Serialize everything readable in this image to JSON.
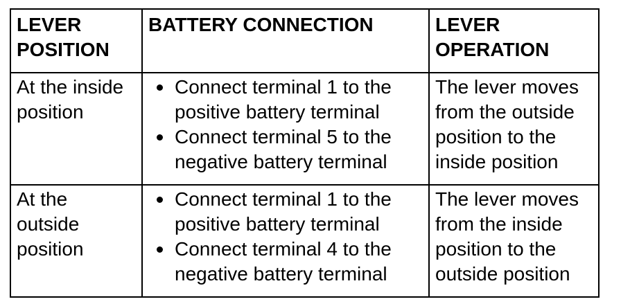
{
  "headers": {
    "position": [
      "LEVER",
      "POSITION"
    ],
    "connection": [
      "BATTERY CONNECTION"
    ],
    "operation": [
      "LEVER",
      "OPERATION"
    ]
  },
  "rows": [
    {
      "position": [
        "At the inside",
        "position"
      ],
      "connections": [
        [
          "Connect terminal 1 to the",
          "positive battery terminal"
        ],
        [
          "Connect terminal 5 to the",
          "negative battery terminal"
        ]
      ],
      "operation": [
        "The lever moves",
        "from the outside",
        "position to the",
        "inside position"
      ]
    },
    {
      "position": [
        "At the",
        "outside",
        "position"
      ],
      "connections": [
        [
          "Connect terminal 1 to the",
          "positive battery terminal"
        ],
        [
          "Connect terminal 4 to the",
          "negative battery terminal"
        ]
      ],
      "operation": [
        "The lever moves",
        "from the inside",
        "position to the",
        "outside position"
      ]
    }
  ]
}
